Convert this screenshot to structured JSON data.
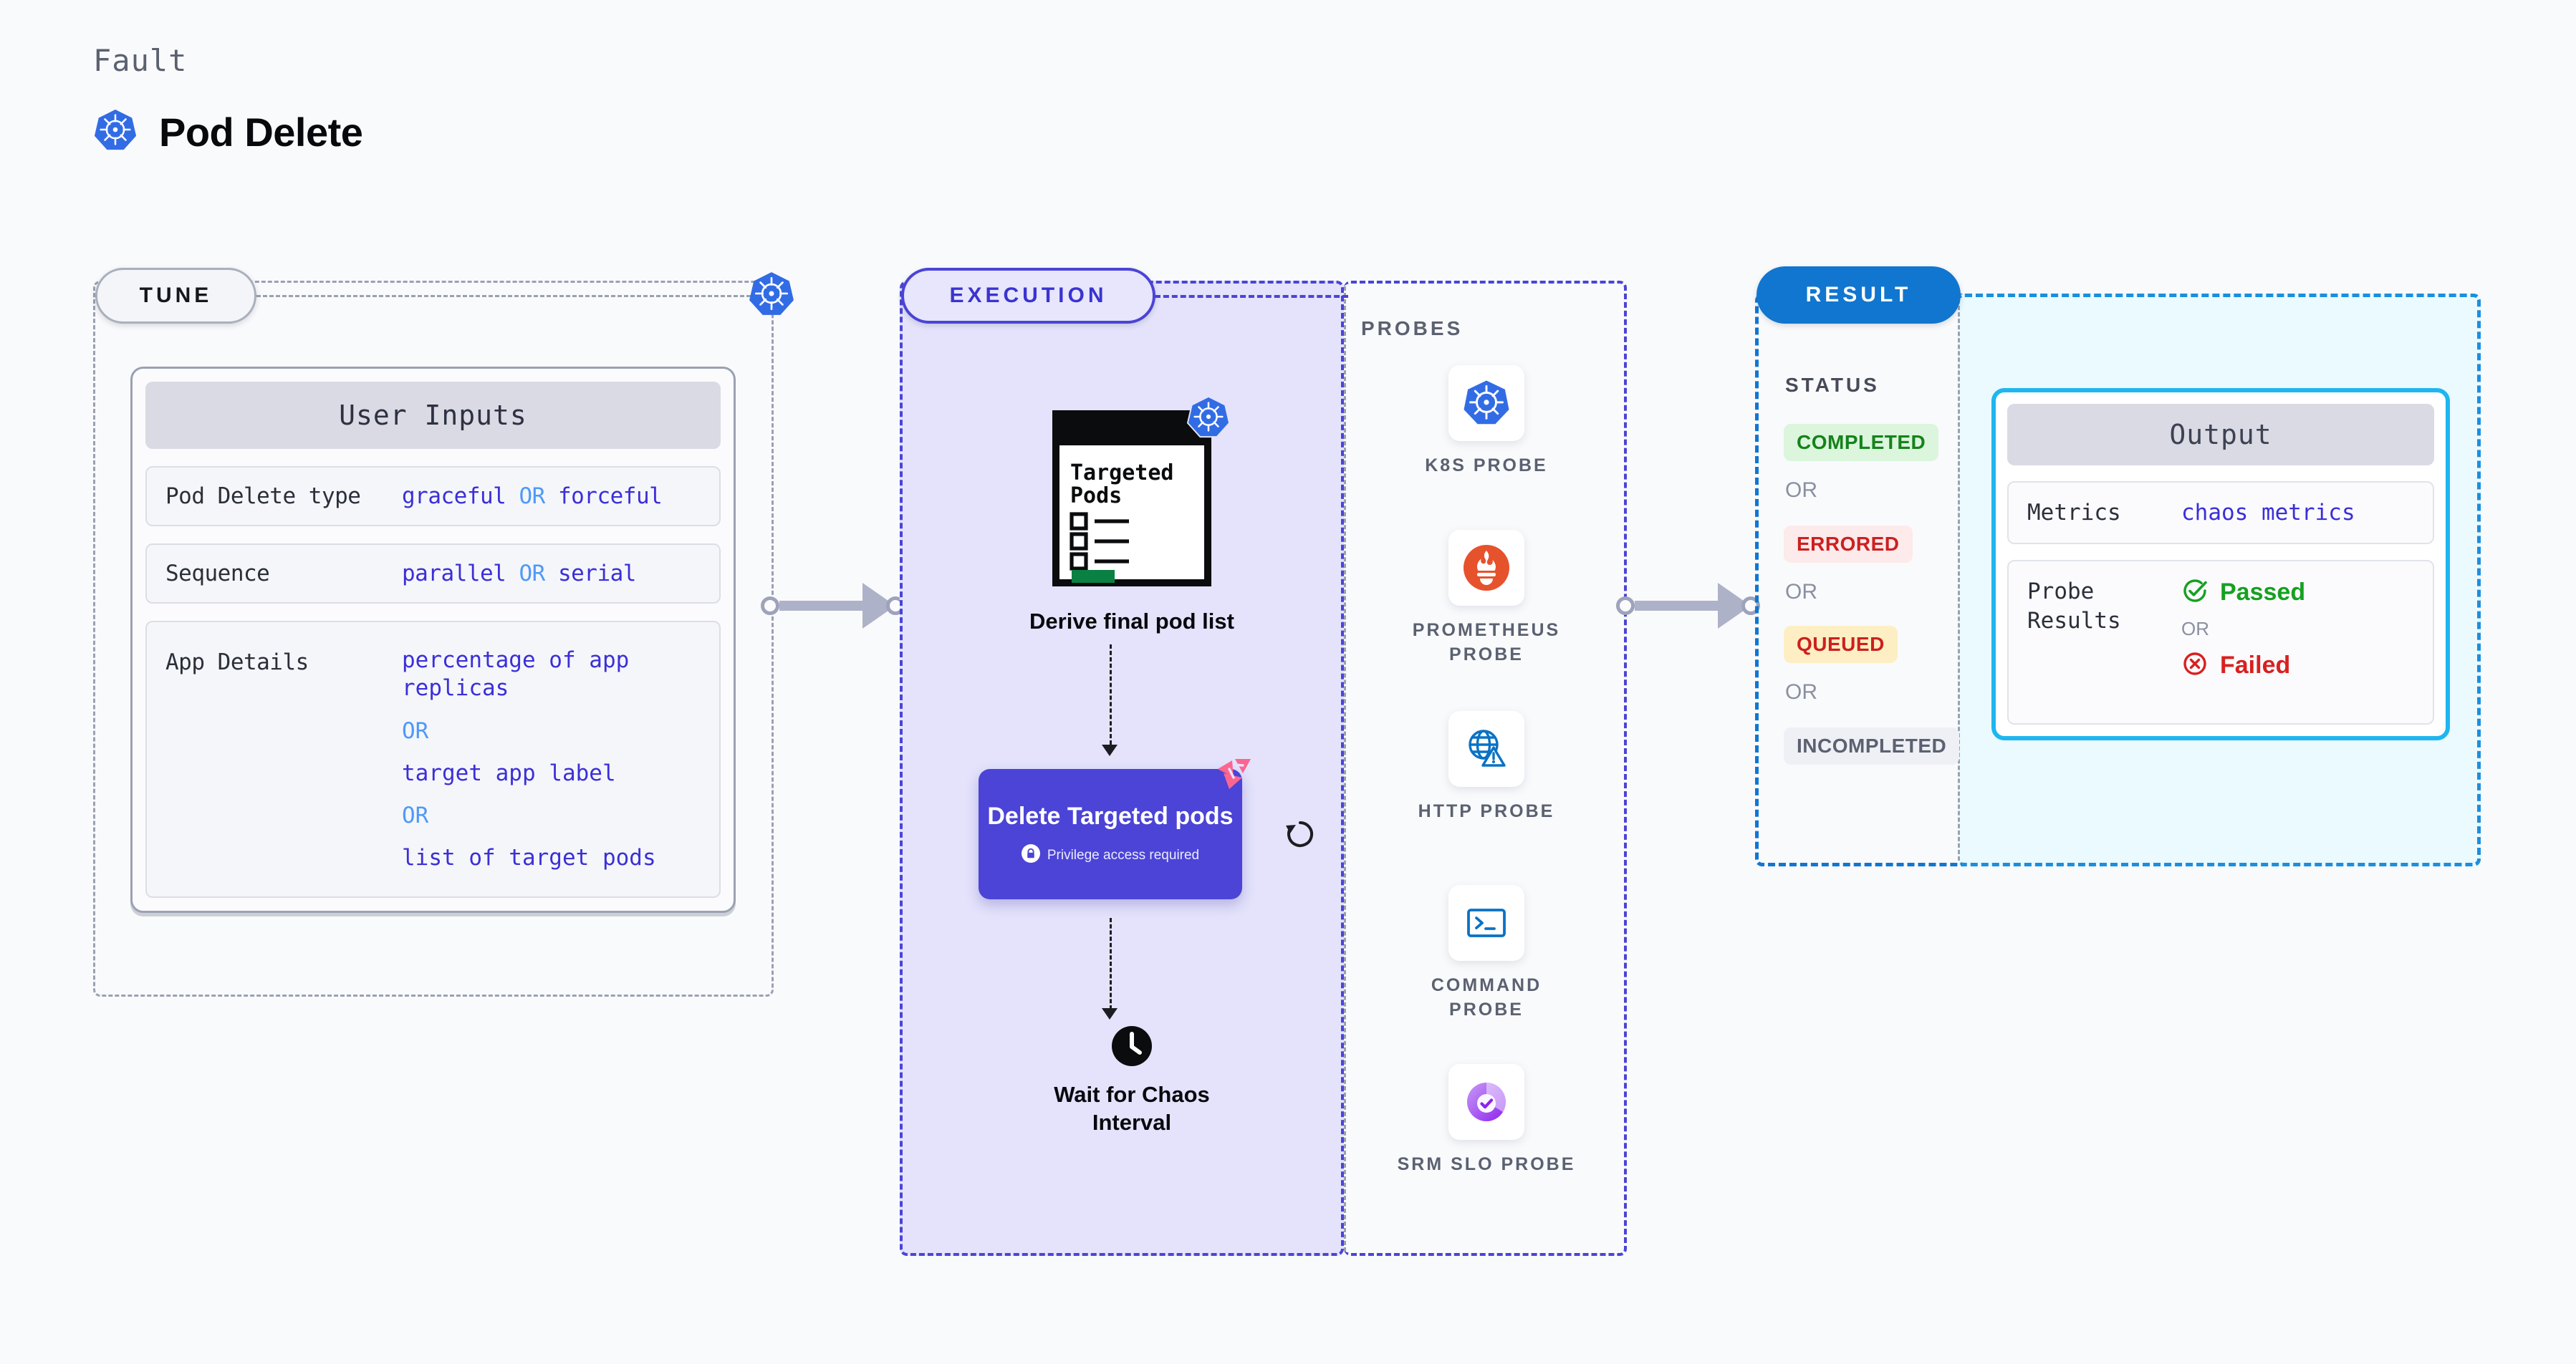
{
  "header": {
    "kicker": "Fault",
    "title": "Pod Delete",
    "icon": "kubernetes-icon"
  },
  "tune": {
    "badge": "TUNE",
    "card_title": "User Inputs",
    "rows": [
      {
        "key": "Pod Delete type",
        "values": [
          "graceful",
          "forceful"
        ],
        "or": "OR",
        "inline": true
      },
      {
        "key": "Sequence",
        "values": [
          "parallel",
          "serial"
        ],
        "or": "OR",
        "inline": true
      },
      {
        "key": "App Details",
        "values": [
          "percentage of app replicas",
          "target app label",
          "list of target pods"
        ],
        "or": "OR",
        "inline": false
      }
    ]
  },
  "execution": {
    "badge": "EXECUTION",
    "derive_node": {
      "doc_title_line1": "Targeted",
      "doc_title_line2": "Pods",
      "label": "Derive final pod list",
      "icon": "kubernetes-icon"
    },
    "delete_node": {
      "title": "Delete Targeted pods",
      "privilege_text": "Privilege access required",
      "lock_icon": "lock-icon",
      "corner_icon": "litmus-chaos-icon",
      "retry_icon": "retry-loop-icon"
    },
    "wait_node": {
      "label": "Wait for Chaos Interval",
      "icon": "clock-icon"
    }
  },
  "probes": {
    "title": "PROBES",
    "items": [
      {
        "label": "K8S PROBE",
        "icon": "kubernetes-icon"
      },
      {
        "label": "PROMETHEUS PROBE",
        "icon": "prometheus-icon"
      },
      {
        "label": "HTTP PROBE",
        "icon": "globe-warning-icon"
      },
      {
        "label": "COMMAND PROBE",
        "icon": "terminal-icon"
      },
      {
        "label": "SRM SLO PROBE",
        "icon": "srm-slo-donut-icon"
      }
    ]
  },
  "result": {
    "badge": "RESULT",
    "status_title": "STATUS",
    "or": "OR",
    "statuses": [
      {
        "label": "COMPLETED",
        "bg": "#dcf5dd",
        "fg": "#15831b"
      },
      {
        "label": "ERRORED",
        "bg": "#fdeaea",
        "fg": "#cc2020"
      },
      {
        "label": "QUEUED",
        "bg": "#fdefc3",
        "fg": "#cc2020"
      },
      {
        "label": "INCOMPLETED",
        "bg": "#eef0f5",
        "fg": "#5b6170"
      }
    ]
  },
  "output": {
    "card_title": "Output",
    "metrics_key": "Metrics",
    "metrics_value": "chaos metrics",
    "probe_results_key": "Probe Results",
    "passed_label": "Passed",
    "failed_label": "Failed",
    "or": "OR",
    "passed_icon": "check-circle-icon",
    "failed_icon": "x-circle-icon"
  },
  "colors": {
    "canvas": "#f9fafc",
    "tune_border": "#9aa1b1",
    "execution_accent": "#4b44d6",
    "execution_fill": "#e4e3fb",
    "result_accent": "#1076d0",
    "output_accent": "#1fb6ef",
    "output_fill": "#eafaff",
    "value_blue": "#3b2fd8",
    "or_blue": "#4e9af7",
    "k8s_blue": "#326ce5",
    "prometheus_orange": "#e6522c",
    "litmus_pink": "#fb6690",
    "connector_gray": "#aeb2c8"
  }
}
